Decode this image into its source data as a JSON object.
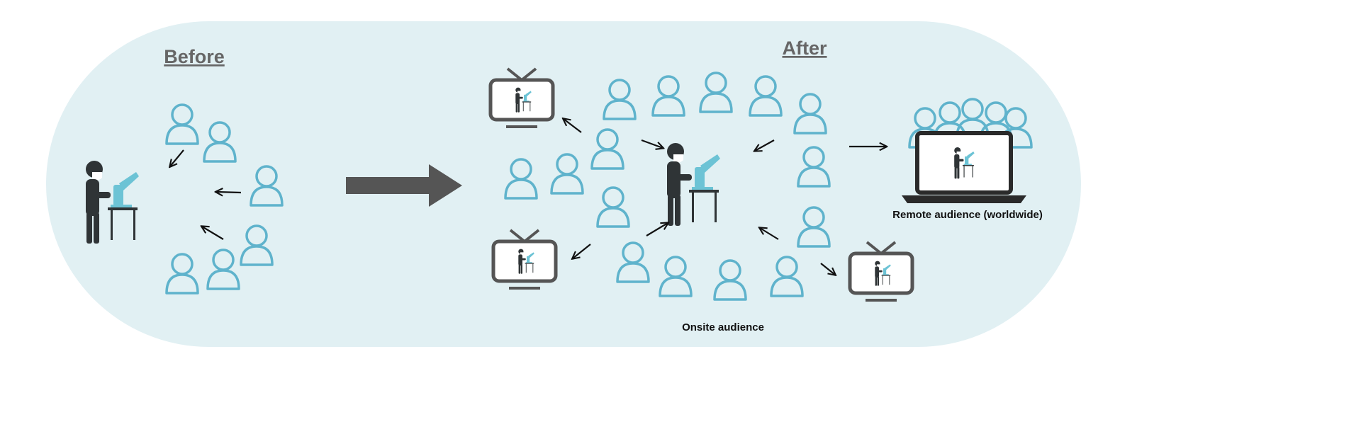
{
  "before": {
    "title": "Before"
  },
  "after": {
    "title": "After",
    "onsite_label": "Onsite audience",
    "remote_label": "Remote audience (worldwide)"
  },
  "colors": {
    "background": "#e1f0f3",
    "audience": "#5fb3cc",
    "presenter": "#2f3436",
    "microscope": "#6cc3d5",
    "screen_frame": "#555555",
    "arrow": "#111111"
  }
}
